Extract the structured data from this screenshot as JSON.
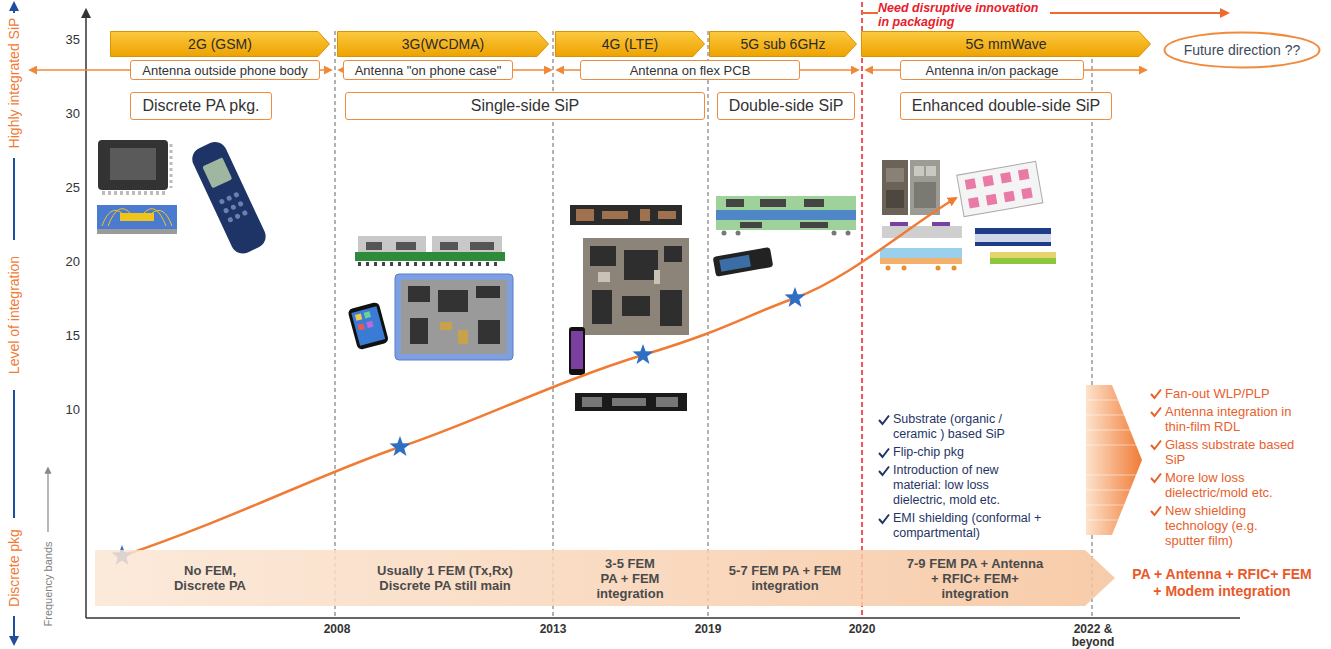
{
  "diagram": {
    "nodes": [
      {
        "text": [
          "2G (GSM)"
        ]
      },
      {
        "text": [
          "3G(WCDMA)"
        ]
      },
      {
        "text": [
          "4G (LTE)"
        ]
      },
      {
        "text": [
          "5G sub 6GHz"
        ]
      },
      {
        "text": [
          "5G mmWave"
        ]
      },
      {
        "text": [
          "Future direction ??"
        ]
      },
      {
        "text": [
          "Antenna outside phone body"
        ]
      },
      {
        "text": [
          "Antenna \"on phone case\""
        ]
      },
      {
        "text": [
          "Antenna on flex PCB"
        ]
      },
      {
        "text": [
          "Antenna in/on package"
        ]
      },
      {
        "text": [
          "Discrete PA pkg."
        ]
      },
      {
        "text": [
          "Single-side SiP"
        ]
      },
      {
        "text": [
          "Double-side SiP"
        ]
      },
      {
        "text": [
          "Enhanced double-side SiP"
        ]
      },
      {
        "text": [
          "No FEM, Discrete PA",
          "Usually 1 FEM (Tx,Rx) Discrete PA still main",
          "3-5 FEM PA + FEM integration",
          "5-7 FEM PA + FEM integration",
          "7-9 FEM PA + Antenna + RFIC+ FEM+ integration"
        ]
      }
    ],
    "labels": [
      "Need disruptive innovation in packaging",
      "Highly integrated SiP",
      "Level of integration",
      "Discrete pkg",
      "Frequency bands",
      "35",
      "30",
      "25",
      "20",
      "15",
      "10",
      "Substrate (organic / ceramic ) based SiP",
      "Flip-chip pkg",
      "Introduction of new material: low loss dielectric, mold etc.",
      "EMI shielding (conformal + compartmental)",
      "Fan-out WLP/PLP",
      "Antenna integration in thin-film RDL",
      "Glass substrate based SiP",
      "More low loss dielectric/mold etc.",
      "New shielding technology (e.g. sputter film)",
      "PA + Antenna + RFIC+ FEM + Modem integration",
      "2008",
      "2013",
      "2019",
      "2020",
      "2022 & beyond"
    ]
  }
}
